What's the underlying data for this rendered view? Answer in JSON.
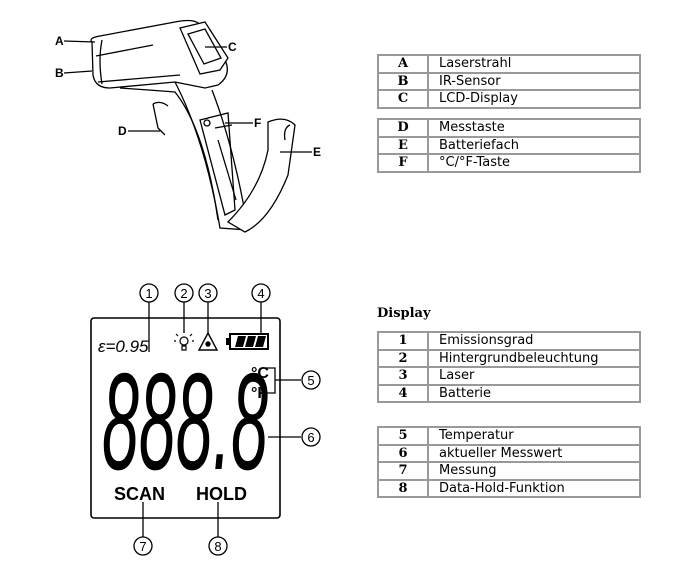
{
  "device_labels": {
    "A": "A",
    "B": "B",
    "C": "C",
    "D": "D",
    "E": "E",
    "F": "F"
  },
  "parts_table_1": [
    {
      "key": "A",
      "label": "Laserstrahl"
    },
    {
      "key": "B",
      "label": "IR-Sensor"
    },
    {
      "key": "C",
      "label": "LCD-Display"
    }
  ],
  "parts_table_2": [
    {
      "key": "D",
      "label": "Messtaste"
    },
    {
      "key": "E",
      "label": "Batteriefach"
    },
    {
      "key": "F",
      "label": "°C/°F-Taste"
    }
  ],
  "display_heading": "Display",
  "display_table_1": [
    {
      "key": "1",
      "label": "Emissionsgrad"
    },
    {
      "key": "2",
      "label": "Hintergrundbeleuchtung"
    },
    {
      "key": "3",
      "label": "Laser"
    },
    {
      "key": "4",
      "label": "Batterie"
    }
  ],
  "display_table_2": [
    {
      "key": "5",
      "label": "Temperatur"
    },
    {
      "key": "6",
      "label": "aktueller Messwert"
    },
    {
      "key": "7",
      "label": "Messung"
    },
    {
      "key": "8",
      "label": "Data-Hold-Funktion"
    }
  ],
  "lcd": {
    "emissivity": "ε=0.95",
    "reading": "888.8",
    "unit_c": "°C",
    "unit_f": "°F",
    "scan": "SCAN",
    "hold": "HOLD",
    "callouts": [
      "1",
      "2",
      "3",
      "4",
      "5",
      "6",
      "7",
      "8"
    ]
  }
}
